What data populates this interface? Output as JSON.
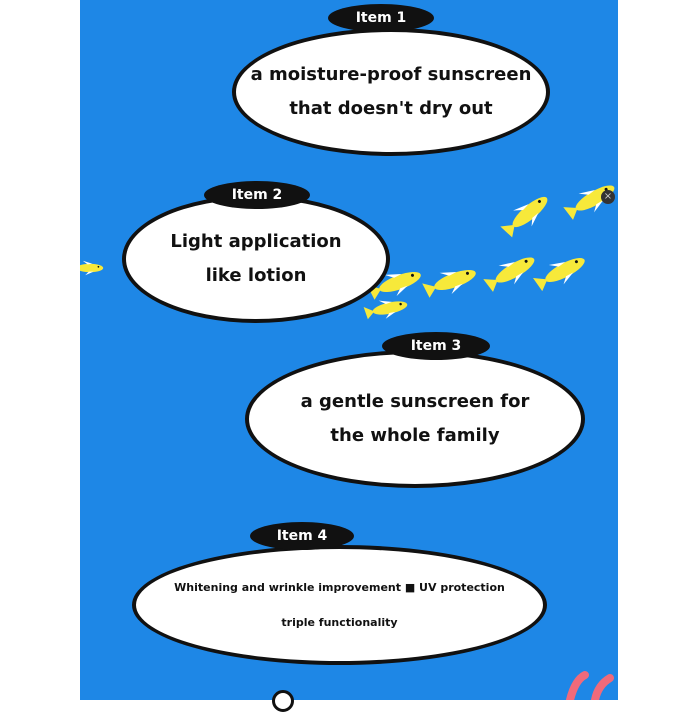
{
  "items": [
    {
      "tag": "Item 1",
      "lines": [
        "a moisture-proof sunscreen",
        "that doesn't dry out"
      ]
    },
    {
      "tag": "Item 2",
      "lines": [
        "Light application",
        "like lotion"
      ]
    },
    {
      "tag": "Item 3",
      "lines": [
        "a gentle sunscreen for",
        "the whole family"
      ]
    },
    {
      "tag": "Item 4",
      "lines": [
        "Whitening and wrinkle improvement ■ UV protection",
        "triple functionality"
      ]
    }
  ],
  "close_label": "×",
  "colors": {
    "background": "#1e87e6",
    "fish": "#f7e93a"
  }
}
